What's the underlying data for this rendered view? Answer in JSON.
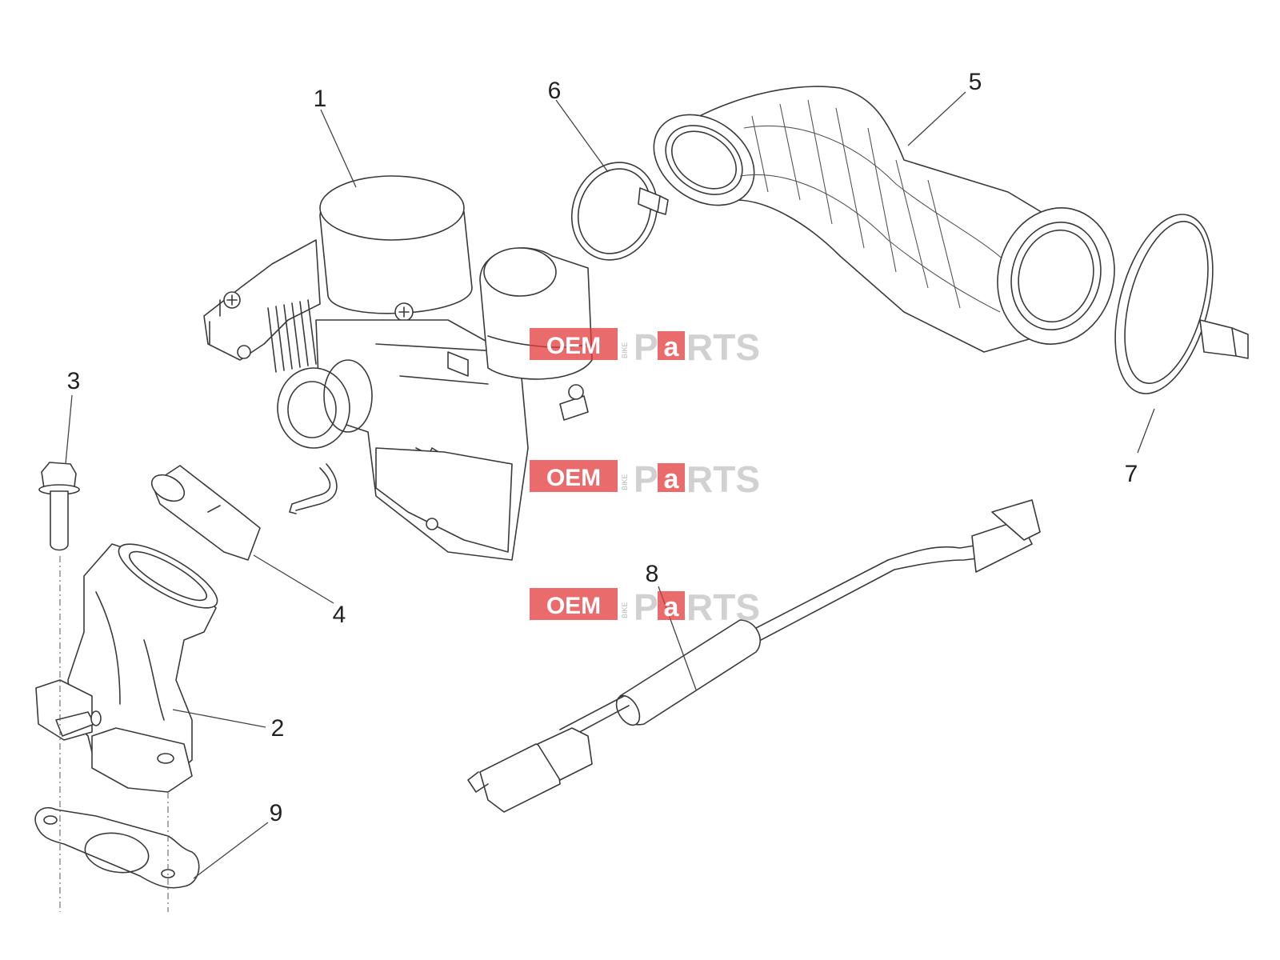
{
  "callouts": {
    "c1": "1",
    "c2": "2",
    "c3": "3",
    "c4": "4",
    "c5": "5",
    "c6": "6",
    "c7": "7",
    "c8": "8",
    "c9": "9"
  },
  "watermark": {
    "oem": "OEM",
    "bike": "BIKE",
    "p": "P",
    "a": "a",
    "rts": "RTS",
    "brand_color": "#e23a3a"
  }
}
